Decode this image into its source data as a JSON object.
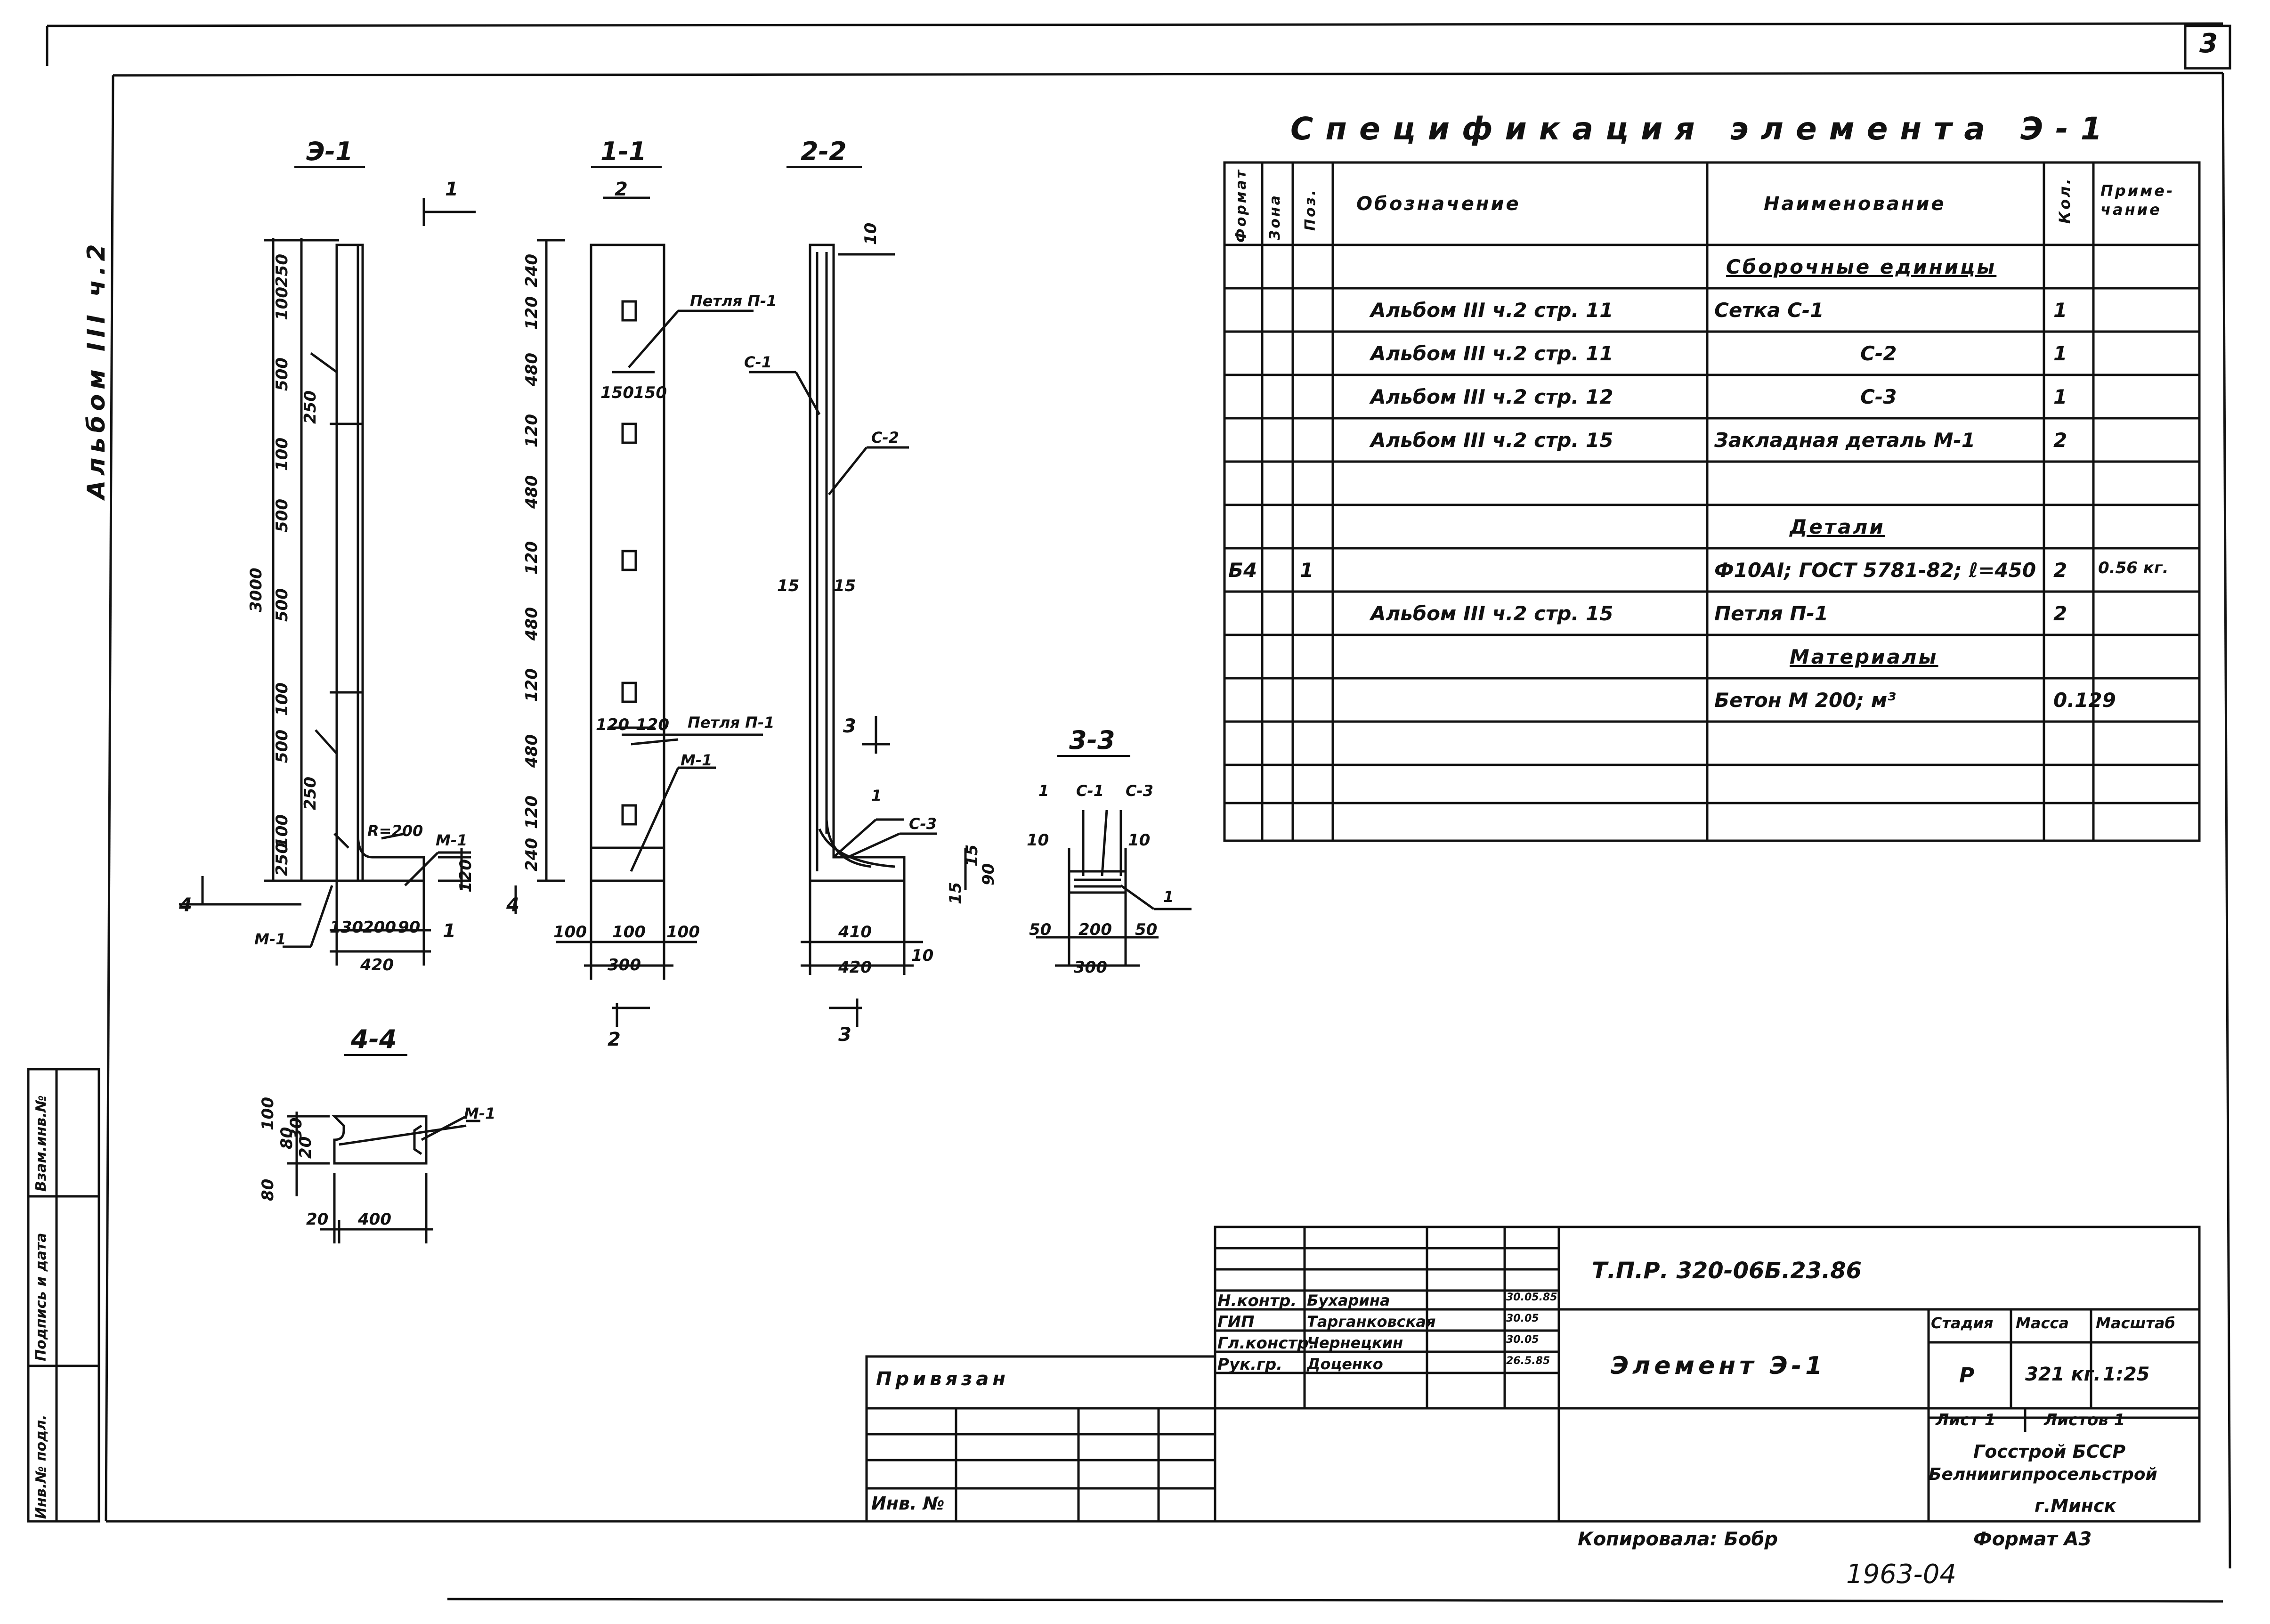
{
  "sheet_number": "3",
  "side_label": "Альбом III ч.2",
  "sections": {
    "e1_label": "Э-1",
    "s11_label": "1-1",
    "s22_label": "2-2",
    "s33_label": "3-3",
    "s44_label": "4-4"
  },
  "callouts": {
    "cut1": "1",
    "cut2": "2",
    "cut3": "3",
    "cut4": "4",
    "petlya_p1": "Петля П-1",
    "m1": "М-1",
    "c1": "С-1",
    "c2": "С-2",
    "c3": "С-3",
    "pos1": "1",
    "radius": "R=200"
  },
  "dimensions": {
    "e1_total": "3000",
    "e1_vert": [
      "250",
      "100",
      "500",
      "250",
      "100",
      "500",
      "500",
      "100",
      "500",
      "250",
      "100",
      "250"
    ],
    "e1_bottom": [
      "130",
      "200",
      "90"
    ],
    "e1_width": "420",
    "e1_right": "120",
    "s11_vert": [
      "240",
      "120",
      "480",
      "120",
      "480",
      "120",
      "480",
      "120",
      "480",
      "120",
      "240"
    ],
    "s11_mid": [
      "150",
      "150"
    ],
    "s11_low": [
      "120",
      "120"
    ],
    "s11_bottom": [
      "100",
      "100",
      "100"
    ],
    "s11_width": "300",
    "s22_top": "10",
    "s22_mid": [
      "15",
      "15"
    ],
    "s22_bottom": [
      "410",
      "10"
    ],
    "s22_width": "420",
    "s22_right": [
      "15",
      "15",
      "90"
    ],
    "s33_left": "10",
    "s33_right": "10",
    "s33_bottom": [
      "50",
      "200",
      "50"
    ],
    "s33_width": "300",
    "s44_vert": [
      "100",
      "80",
      "30",
      "20",
      "80"
    ],
    "s44_left": "20",
    "s44_width": "400"
  },
  "spec": {
    "title": "Спецификация элемента Э-1",
    "headers": {
      "format": "Формат",
      "zone": "Зона",
      "pos": "Поз.",
      "designation": "Обозначение",
      "name": "Наименование",
      "qty": "Кол.",
      "note": "Приме-чание"
    },
    "rows": [
      {
        "format": "",
        "zone": "",
        "pos": "",
        "designation": "",
        "name": "Сборочные единицы",
        "qty": "",
        "note": "",
        "heading": true
      },
      {
        "format": "",
        "zone": "",
        "pos": "",
        "designation": "Альбом III ч.2 стр. 11",
        "name": "Сетка   С-1",
        "qty": "1",
        "note": ""
      },
      {
        "format": "",
        "zone": "",
        "pos": "",
        "designation": "Альбом III ч.2 стр. 11",
        "name": "С-2",
        "qty": "1",
        "note": ""
      },
      {
        "format": "",
        "zone": "",
        "pos": "",
        "designation": "Альбом III ч.2 стр. 12",
        "name": "С-3",
        "qty": "1",
        "note": ""
      },
      {
        "format": "",
        "zone": "",
        "pos": "",
        "designation": "Альбом III ч.2 стр. 15",
        "name": "Закладная деталь М-1",
        "qty": "2",
        "note": ""
      },
      {
        "format": "",
        "zone": "",
        "pos": "",
        "designation": "",
        "name": "",
        "qty": "",
        "note": ""
      },
      {
        "format": "",
        "zone": "",
        "pos": "",
        "designation": "",
        "name": "Детали",
        "qty": "",
        "note": "",
        "heading": true
      },
      {
        "format": "Б4",
        "zone": "",
        "pos": "1",
        "designation": "",
        "name": "Ф10АI; ГОСТ 5781-82; ℓ=450",
        "qty": "2",
        "note": "0.56 кг."
      },
      {
        "format": "",
        "zone": "",
        "pos": "",
        "designation": "Альбом III ч.2 стр. 15",
        "name": "Петля  П-1",
        "qty": "2",
        "note": ""
      },
      {
        "format": "",
        "zone": "",
        "pos": "",
        "designation": "",
        "name": "Материалы",
        "qty": "",
        "note": "",
        "heading": true
      },
      {
        "format": "",
        "zone": "",
        "pos": "",
        "designation": "",
        "name": "Бетон  М 200; м³",
        "qty": "0.129",
        "note": ""
      },
      {
        "format": "",
        "zone": "",
        "pos": "",
        "designation": "",
        "name": "",
        "qty": "",
        "note": ""
      },
      {
        "format": "",
        "zone": "",
        "pos": "",
        "designation": "",
        "name": "",
        "qty": "",
        "note": ""
      },
      {
        "format": "",
        "zone": "",
        "pos": "",
        "designation": "",
        "name": "",
        "qty": "",
        "note": ""
      }
    ]
  },
  "stamp": {
    "doc_code": "Т.П.Р. 320-06Б.23.86",
    "element_name": "Элемент Э-1",
    "stage_label": "Стадия",
    "mass_label": "Масса",
    "scale_label": "Масштаб",
    "stage": "Р",
    "mass": "321 кг.",
    "scale": "1:25",
    "sheet_label": "Лист 1",
    "sheets_label": "Листов 1",
    "org1": "Госстрой БССР",
    "org2": "Белниигипросельстрой",
    "org3": "г.Минск",
    "signers": [
      {
        "role": "Н.контр.",
        "name": "Бухарина",
        "date": "30.05.85"
      },
      {
        "role": "ГИП",
        "name": "Тарганковская",
        "date": "30.05"
      },
      {
        "role": "Гл.констр.",
        "name": "Чернецкин",
        "date": "30.05"
      },
      {
        "role": "Рук.гр.",
        "name": "Доценко",
        "date": "26.5.85"
      }
    ],
    "privyazan": "Привязан",
    "inv_no": "Инв. №",
    "copied": "Копировала: Бобр",
    "format": "Формат А3",
    "code_bottom": "1963-04"
  },
  "side_stamp": [
    "Инв.№ подл.",
    "Подпись и дата",
    "Взам.инв.№"
  ]
}
